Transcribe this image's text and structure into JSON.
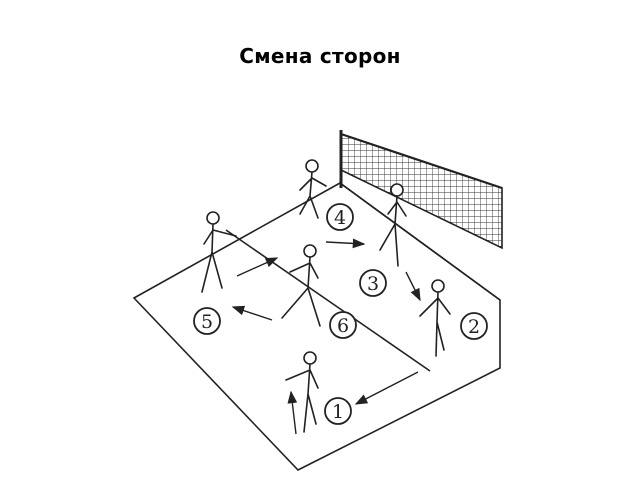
{
  "slide": {
    "title": "Смена сторон"
  },
  "diagram": {
    "positions": [
      {
        "id": "1",
        "label": "1"
      },
      {
        "id": "2",
        "label": "2"
      },
      {
        "id": "3",
        "label": "3"
      },
      {
        "id": "4",
        "label": "4"
      },
      {
        "id": "5",
        "label": "5"
      },
      {
        "id": "6",
        "label": "6"
      }
    ],
    "colors": {
      "ink": "#222222",
      "net": "#333333",
      "background": "#ffffff"
    }
  }
}
